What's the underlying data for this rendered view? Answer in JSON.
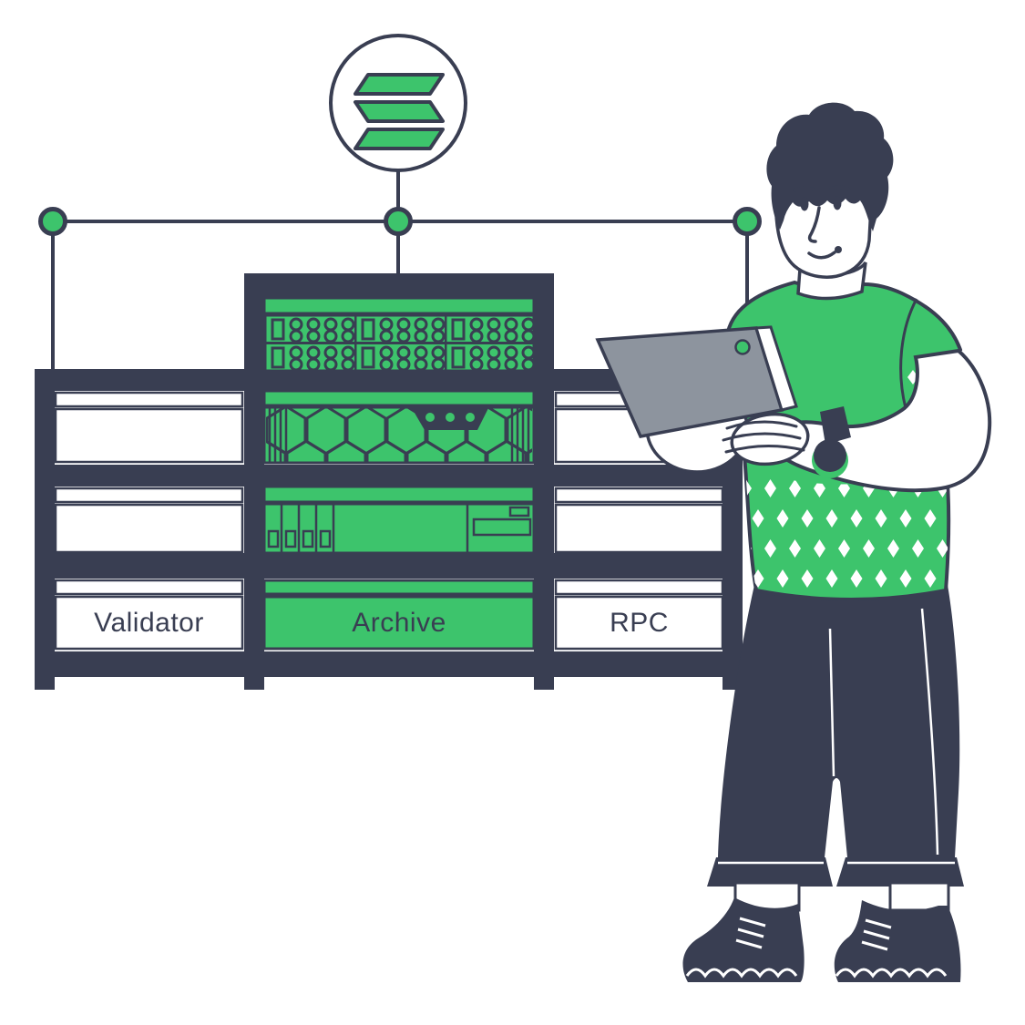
{
  "labels": {
    "validator": "Validator",
    "archive": "Archive",
    "rpc": "RPC"
  },
  "icons": {
    "logo": "solana-logo-icon",
    "nodes": "network-node-dot"
  },
  "colors": {
    "green": "#3dc46c",
    "navy": "#393e52",
    "white": "#ffffff",
    "laptop_gray": "#8d949e"
  }
}
